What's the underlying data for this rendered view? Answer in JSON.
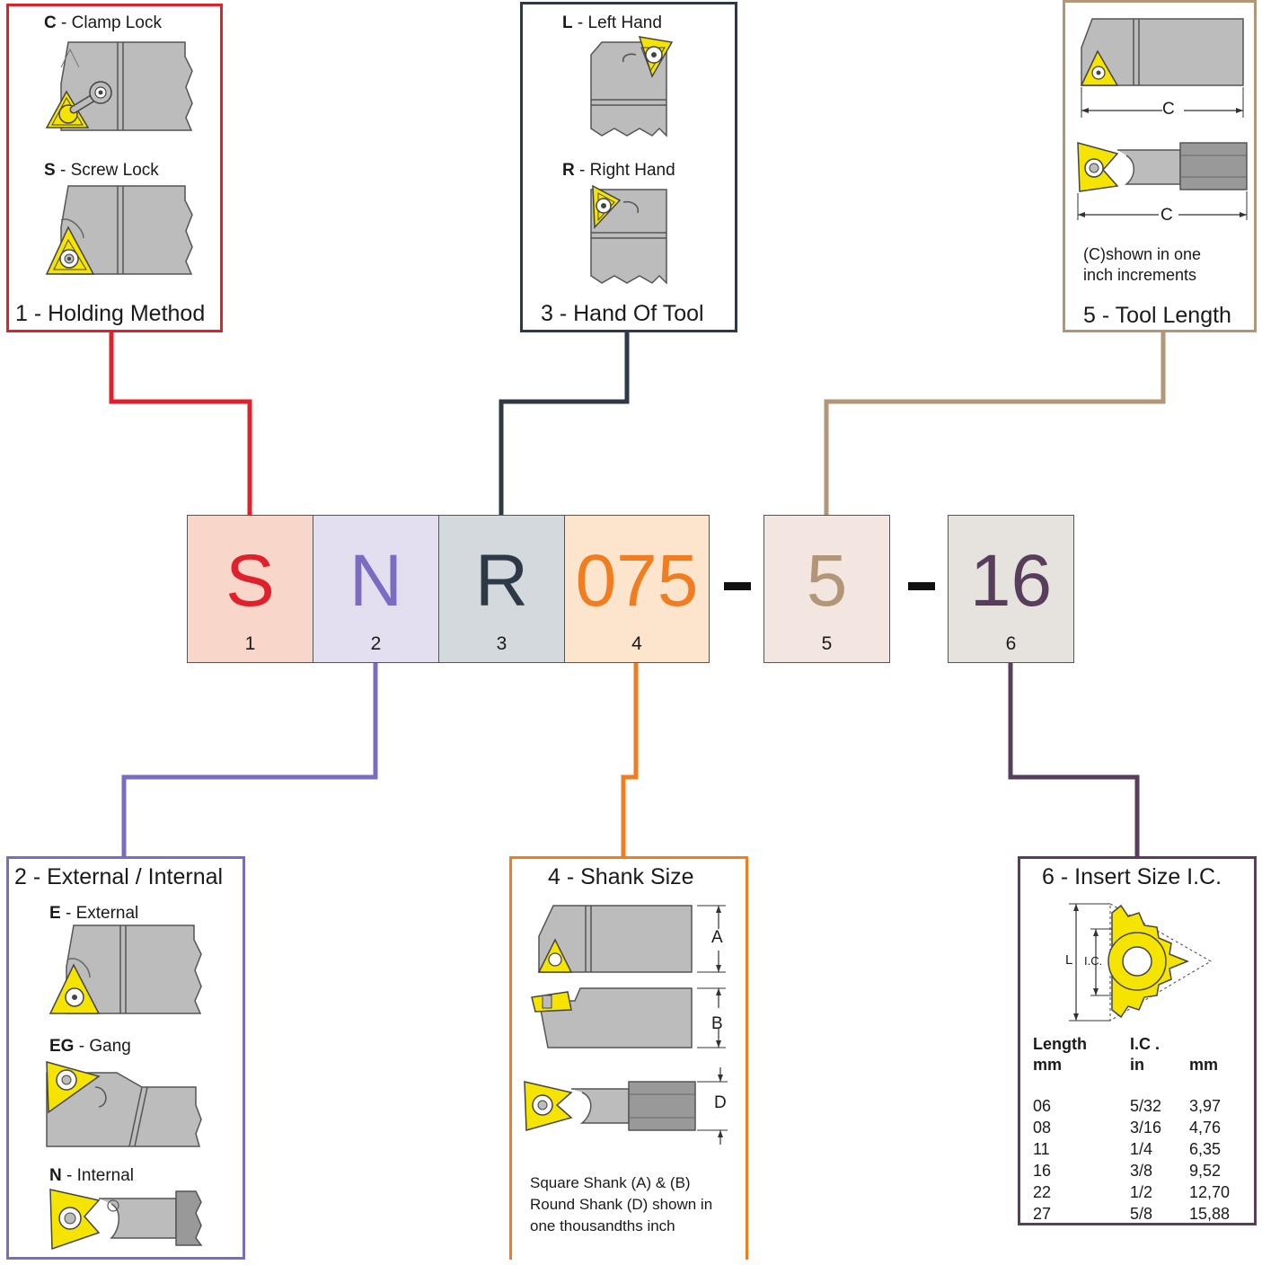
{
  "colors": {
    "holding": "#e0202a",
    "external": "#7a6cc0",
    "hand": "#2d3a45",
    "shank": "#f07d1f",
    "length": "#b19677",
    "insert": "#573f5b",
    "insert_yellow": "#f5e400",
    "tool_gray": "#bcbcbc"
  },
  "code": {
    "cells": [
      {
        "char": "S",
        "pos": "1"
      },
      {
        "char": "N",
        "pos": "2"
      },
      {
        "char": "R",
        "pos": "3"
      },
      {
        "char": "075",
        "pos": "4"
      },
      {
        "char": "5",
        "pos": "5"
      },
      {
        "char": "16",
        "pos": "6"
      }
    ],
    "separator": "-"
  },
  "box1": {
    "title": "1 - Holding Method",
    "options": [
      {
        "code": "C",
        "sep": " - ",
        "label": "Clamp Lock"
      },
      {
        "code": "S",
        "sep": " -  ",
        "label": "Screw Lock"
      }
    ]
  },
  "box3": {
    "title": "3 - Hand Of Tool",
    "options": [
      {
        "code": "L",
        "sep": " - ",
        "label": "Left Hand"
      },
      {
        "code": "R",
        "sep": " -  ",
        "label": "Right Hand"
      }
    ]
  },
  "box5": {
    "title": "5 - Tool Length",
    "dim_label_1": "C",
    "dim_label_2": "C",
    "note_line1": "(C)shown   in   one",
    "note_line2": "inch increments"
  },
  "box2": {
    "title": "2 - External / Internal",
    "options": [
      {
        "code": "E",
        "sep": " - ",
        "label": "External"
      },
      {
        "code": "EG",
        "sep": " -  ",
        "label": "Gang"
      },
      {
        "code": "N",
        "sep": " -  ",
        "label": "Internal"
      }
    ]
  },
  "box4": {
    "title": "4 - Shank Size",
    "dims": [
      "A",
      "B",
      "D"
    ],
    "note_line1": "Square Shank (A) & (B)",
    "note_line2": "Round Shank (D) shown in",
    "note_line3": "one thousandths inch"
  },
  "box6": {
    "title": "6 - Insert Size I.C.",
    "dim_L": "L",
    "dim_IC": "I.C.",
    "headers": {
      "col1_line1": "Length",
      "col1_line2": "mm",
      "col2_line1": "I.C .",
      "col2_line2": "in",
      "col3_line2": "mm"
    },
    "rows": [
      [
        "06",
        "5/32",
        "3,97"
      ],
      [
        "08",
        "3/16",
        "4,76"
      ],
      [
        "11",
        "1/4",
        "6,35"
      ],
      [
        "16",
        "3/8",
        "9,52"
      ],
      [
        "22",
        "1/2",
        "12,70"
      ],
      [
        "27",
        "5/8",
        "15,88"
      ]
    ]
  }
}
